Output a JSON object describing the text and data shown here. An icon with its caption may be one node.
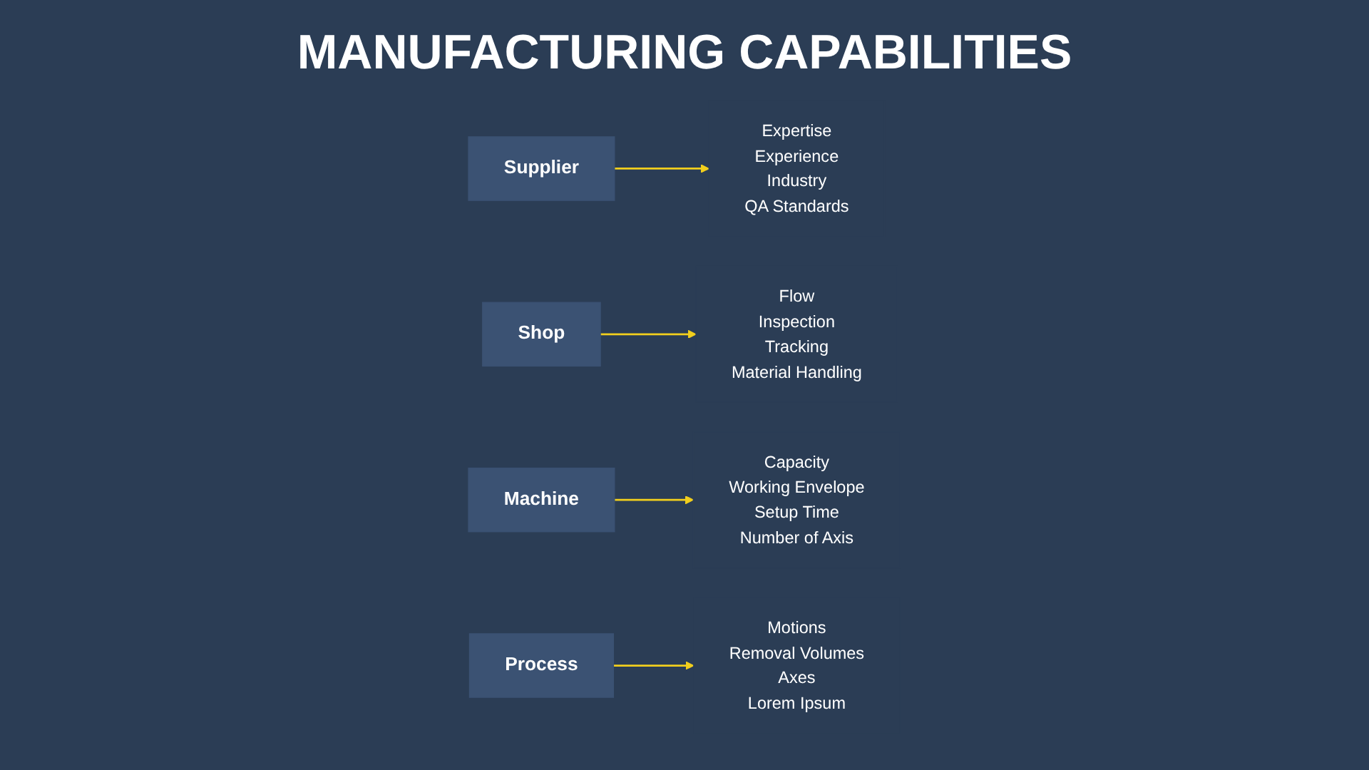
{
  "diagram": {
    "title": "MANUFACTURING CAPABILITIES",
    "nodes": [
      {
        "text": [
          "Supplier"
        ]
      },
      {
        "text": [
          "Expertise",
          "Experience",
          "Industry",
          "QA Standards"
        ]
      },
      {
        "text": [
          "Shop"
        ]
      },
      {
        "text": [
          "Flow",
          "Inspection",
          "Tracking",
          "Material Handling"
        ]
      },
      {
        "text": [
          "Machine"
        ]
      },
      {
        "text": [
          "Capacity",
          "Working Envelope",
          "Setup Time",
          "Number of Axis"
        ]
      },
      {
        "text": [
          "Process"
        ]
      },
      {
        "text": [
          "Motions",
          "Removal Volumes",
          "Axes",
          "Lorem Ipsum"
        ]
      }
    ],
    "edges": [
      {
        "from": 0,
        "to": 1,
        "arrow": "to"
      },
      {
        "from": 2,
        "to": 3,
        "arrow": "to"
      },
      {
        "from": 4,
        "to": 5,
        "arrow": "to"
      },
      {
        "from": 6,
        "to": 7,
        "arrow": "to"
      }
    ]
  }
}
